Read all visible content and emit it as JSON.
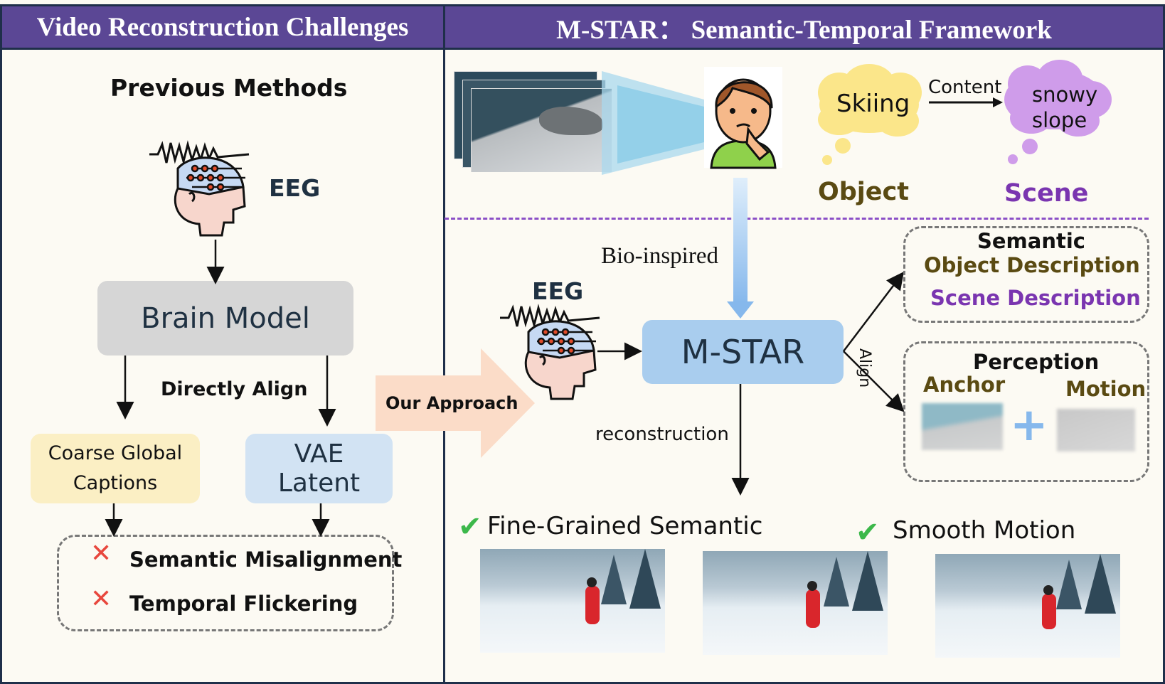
{
  "left_header": "Video Reconstruction Challenges",
  "right_header": "M-STAR： Semantic-Temporal Framework",
  "left": {
    "previous_methods": "Previous Methods",
    "eeg_label": "EEG",
    "brain_model": "Brain Model",
    "directly_align": "Directly Align",
    "coarse_captions": "Coarse Global Captions",
    "vae_line1": "VAE",
    "vae_line2": "Latent",
    "issue1": "Semantic Misalignment",
    "issue2": "Temporal Flickering"
  },
  "approach": "Our Approach",
  "right": {
    "skiing": "Skiing",
    "content": "Content",
    "snowy": "snowy",
    "slope": "slope",
    "object": "Object",
    "scene": "Scene",
    "bio_inspired": "Bio-inspired",
    "eeg_label": "EEG",
    "mstar": "M-STAR",
    "align": "Align",
    "reconstruction": "reconstruction",
    "semantic_title": "Semantic",
    "object_desc": "Object Description",
    "scene_desc": "Scene Description",
    "perception_title": "Perception",
    "anchor": "Anchor",
    "motion": "Motion",
    "fine_grained": "Fine-Grained Semantic",
    "smooth_motion": "Smooth Motion"
  },
  "colors": {
    "header": "#5b4795",
    "object": "#5a4a12",
    "scene": "#7a35b0",
    "mstar_box": "#a9cdee",
    "brain_box": "#d6d6d6",
    "captions_box": "#fbefc4",
    "vae_box": "#d2e3f3",
    "check": "#3cb84a",
    "cross": "#e8473d"
  }
}
